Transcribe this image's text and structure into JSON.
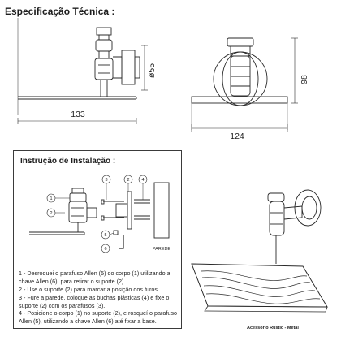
{
  "spec": {
    "title": "Especificação Técnica :",
    "dim_diameter": "ø55",
    "dim_depth": "133",
    "dim_height": "98",
    "dim_width": "124"
  },
  "install": {
    "title": "Instrução de Instalação :",
    "part_labels": [
      "1",
      "2",
      "3",
      "4",
      "5",
      "6"
    ],
    "wall_label": "PAREDE",
    "steps": [
      "1 - Desroquei o parafuso Allen (5) do corpo (1) utilizando a chave Allen (6), para retirar o suporte (2).",
      "2 - Use o suporte (2) para marcar a posição dos furos.",
      "3 - Fure a parede, coloque as buchas plásticas (4) e fixe o suporte (2) com os parafusos (3).",
      "4 - Posicione o corpo (1) no suporte (2), e rosqueí o parafuso Allen (5), utilizando a chave Allen (6) até fixar a base."
    ]
  },
  "footer": {
    "label": "Acessório Rustic - Metal"
  }
}
